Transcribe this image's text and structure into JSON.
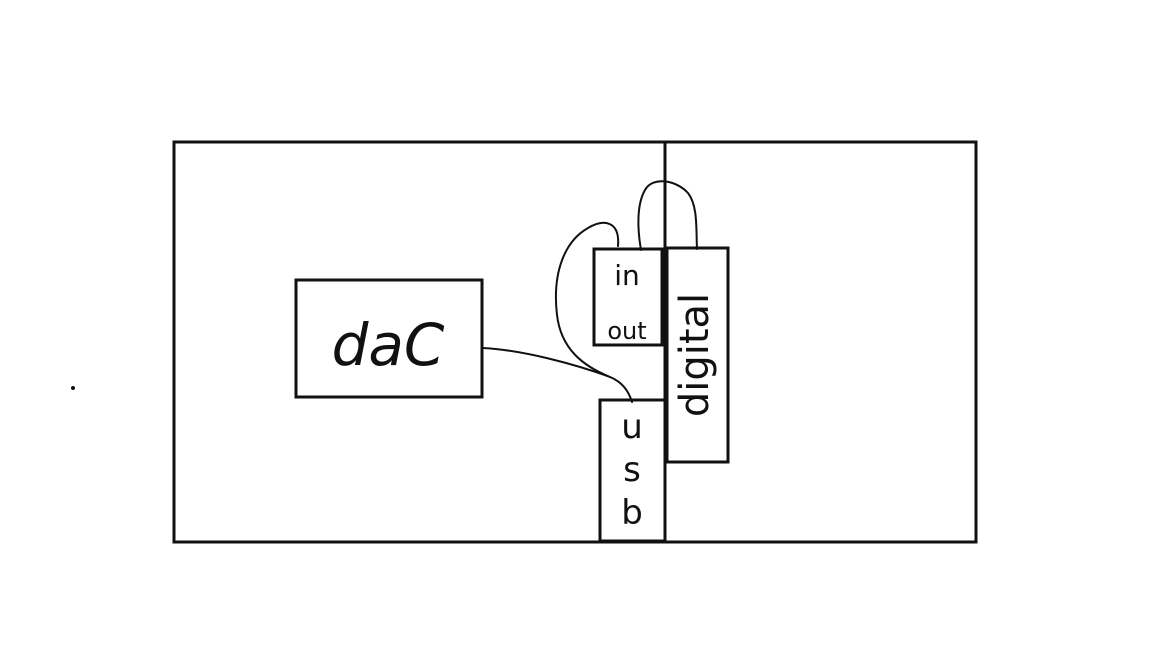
{
  "diagram": {
    "labels": {
      "dac": "daC",
      "in": "in",
      "out": "out",
      "usb": "usb",
      "digital": "digital"
    },
    "stroke_color": "#111111",
    "background_color": "#ffffff"
  }
}
